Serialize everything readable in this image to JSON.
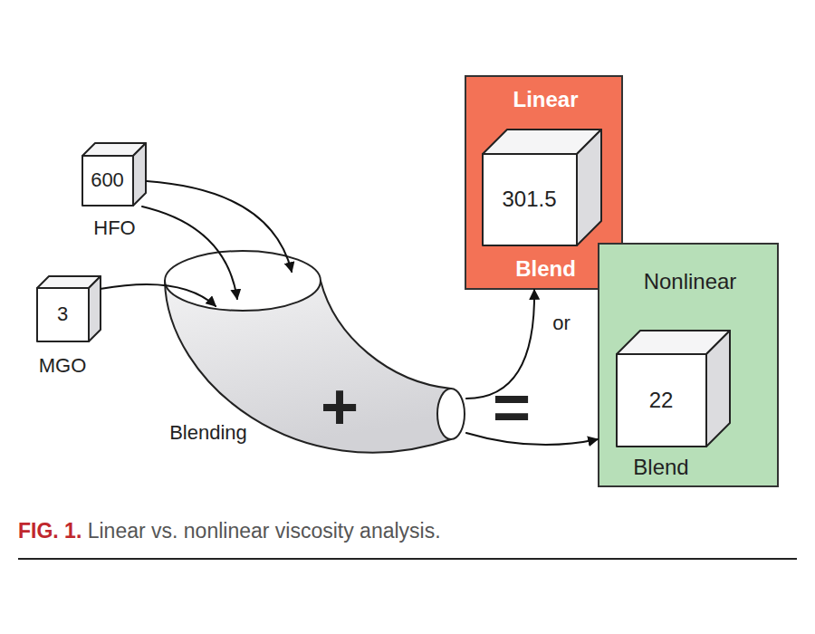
{
  "diagram": {
    "caption": "FIG. 1. Linear vs. nonlinear viscosity analysis.",
    "nodes": [
      {
        "text": [
          "600",
          "HFO"
        ]
      },
      {
        "text": [
          "3",
          "MGO"
        ]
      },
      {
        "text": [
          "+",
          "Blending"
        ]
      },
      {
        "text": [
          "Linear",
          "Blend"
        ]
      },
      {
        "text": [
          "301.5"
        ],
        "in": 3
      },
      {
        "text": [
          "Nonlinear",
          "Blend"
        ]
      },
      {
        "text": [
          "22"
        ],
        "in": 5
      }
    ],
    "edges": [
      {
        "from": 0,
        "to": 2,
        "arrow": "to"
      },
      {
        "from": 0,
        "to": 2,
        "arrow": "to"
      },
      {
        "from": 1,
        "to": 2,
        "arrow": "to"
      },
      {
        "from": 2,
        "to": 3,
        "label": "or",
        "arrow": "to"
      },
      {
        "from": 2,
        "to": 5,
        "arrow": "to"
      }
    ],
    "labels": [
      "="
    ]
  }
}
